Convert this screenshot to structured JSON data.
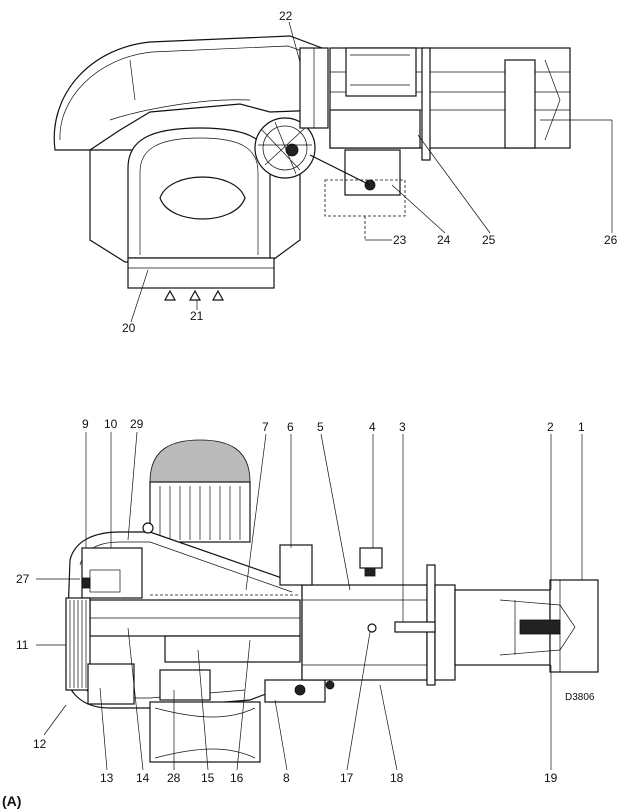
{
  "figure": {
    "label": "(A)",
    "code": "D3806"
  },
  "top_callouts": [
    "22",
    "20",
    "21",
    "23",
    "24",
    "25",
    "26"
  ],
  "bottom_callouts": [
    "9",
    "10",
    "29",
    "7",
    "6",
    "5",
    "4",
    "3",
    "2",
    "1",
    "27",
    "11",
    "12",
    "13",
    "14",
    "28",
    "15",
    "16",
    "8",
    "17",
    "18",
    "19"
  ]
}
